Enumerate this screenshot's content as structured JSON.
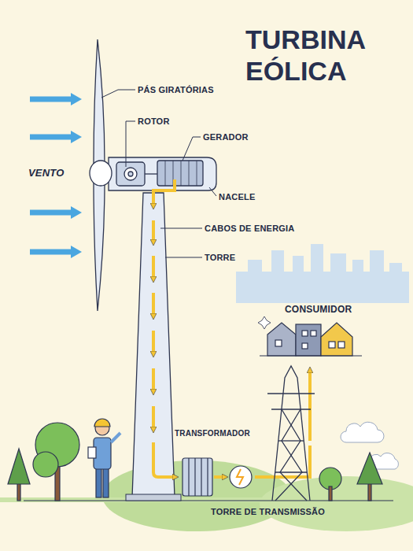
{
  "diagram": {
    "title": "TURBINA EÓLICA",
    "labels": [
      "PÁS GIRATÓRIAS",
      "ROTOR",
      "GERADOR",
      "VENTO",
      "NACELE",
      "CABOS DE ENERGIA",
      "TORRE",
      "CONSUMIDOR",
      "TRANSFORMADOR",
      "TORRE DE TRANSMISSÃO"
    ]
  }
}
